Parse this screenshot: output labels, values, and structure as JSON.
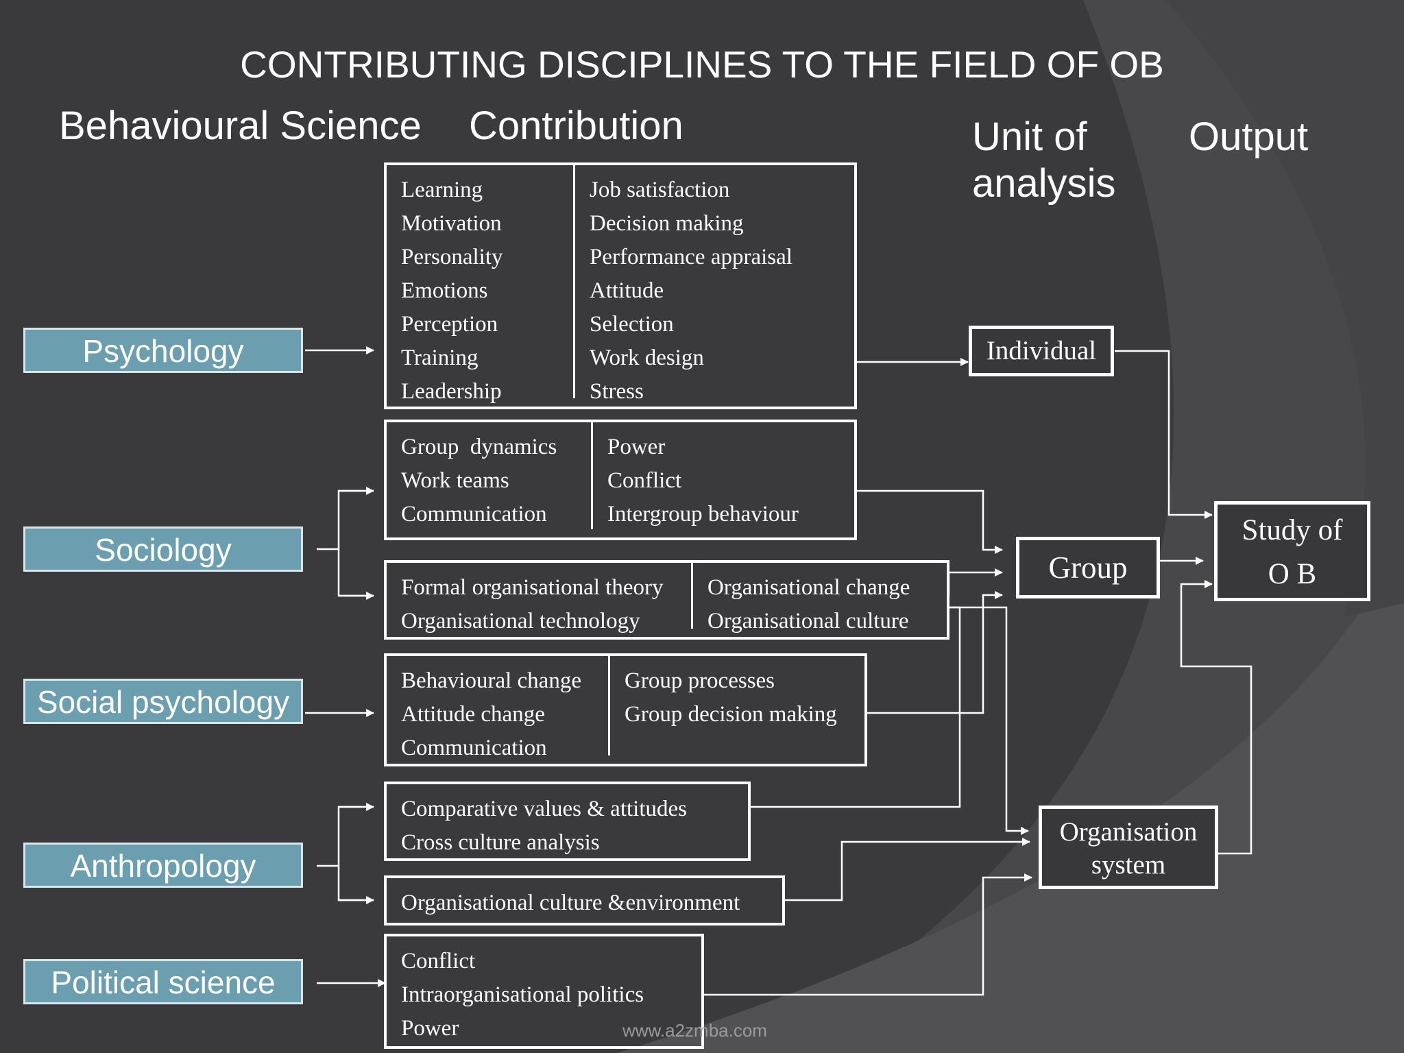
{
  "title": "CONTRIBUTING DISCIPLINES TO THE FIELD OF OB",
  "headers": {
    "behavioural_science": "Behavioural Science",
    "contribution": "Contribution",
    "unit_line1": "Unit of",
    "unit_line2": "analysis",
    "output": "Output"
  },
  "disciplines": [
    "Psychology",
    "Sociology",
    "Social psychology",
    "Anthropology",
    "Political science"
  ],
  "contributions": {
    "psychology": {
      "left": [
        "Learning",
        "Motivation",
        "Personality",
        "Emotions",
        "Perception",
        "Training",
        "Leadership"
      ],
      "right": [
        "Job satisfaction",
        "Decision making",
        "Performance appraisal",
        "Attitude",
        "Selection",
        "Work design",
        "Stress"
      ]
    },
    "sociology_group": {
      "left": [
        "Group  dynamics",
        "Work teams",
        "Communication"
      ],
      "right": [
        "Power",
        "Conflict",
        "Intergroup behaviour"
      ]
    },
    "sociology_org": {
      "left": [
        "Formal organisational theory",
        "Organisational technology"
      ],
      "right": [
        "Organisational change",
        "Organisational culture"
      ]
    },
    "social_psychology": {
      "left": [
        "Behavioural change",
        "Attitude change",
        "Communication"
      ],
      "right": [
        "Group processes",
        "Group decision making"
      ]
    },
    "anthropology_values": [
      "Comparative values & attitudes",
      "Cross culture analysis"
    ],
    "anthropology_culture": [
      "Organisational culture &environment"
    ],
    "political_science": [
      "Conflict",
      "Intraorganisational politics",
      "Power"
    ]
  },
  "units": {
    "individual": "Individual",
    "group": "Group",
    "org_line1": "Organisation",
    "org_line2": "system"
  },
  "output": {
    "line1": "Study of",
    "line2": "O B"
  },
  "watermark": "www.a2zmba.com",
  "colors": {
    "background": "#3a3a3c",
    "discipline_fill": "#6b9fb0",
    "line": "#ffffff"
  }
}
